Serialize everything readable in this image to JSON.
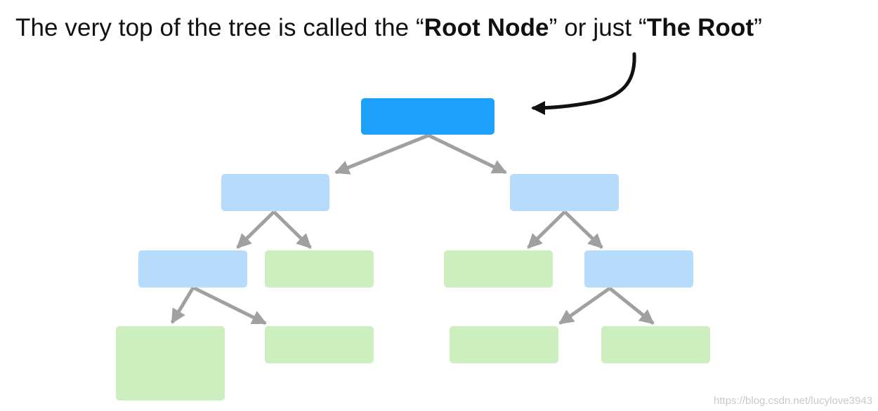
{
  "caption": {
    "part1": "The very top of the tree is called the “",
    "bold1": "Root Node",
    "part2": "” or just “",
    "bold2": "The Root",
    "part3": "”"
  },
  "colors": {
    "root": "#1da1fb",
    "internal": "#b7dbfb",
    "leaf": "#cdefc0",
    "edge": "#a0a0a0",
    "pointer_arrow": "#111111"
  },
  "tree": {
    "root": {
      "type": "root"
    },
    "nodes": [
      "root",
      "l1-left",
      "l1-right",
      "l2-left-internal",
      "l2-left-leaf",
      "l2-right-leaf",
      "l2-right-internal",
      "l3-leaf-1",
      "l3-leaf-2",
      "l3-leaf-3",
      "l3-leaf-4"
    ]
  },
  "watermark": "https://blog.csdn.net/lucylove3943"
}
